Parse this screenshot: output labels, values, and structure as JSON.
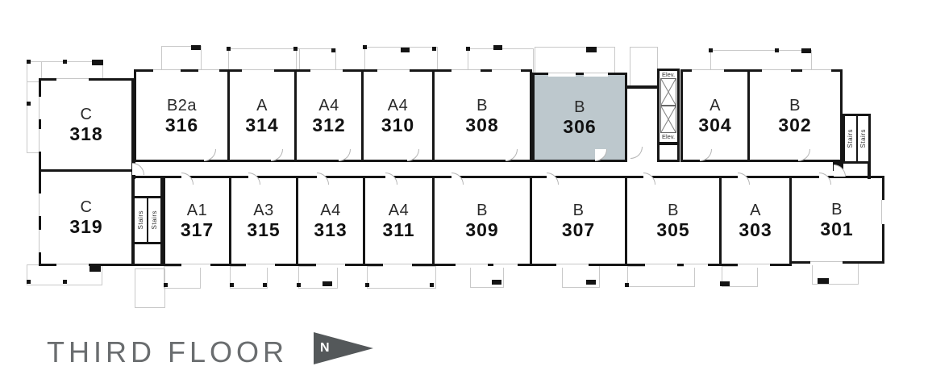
{
  "floor_plan": {
    "title": "THIRD FLOOR",
    "north_label": "N",
    "highlighted_unit": "306",
    "highlight_color": "#bdc8cd",
    "stairs_label": "Stairs",
    "elevator_label": "Elev.",
    "units": [
      {
        "type": "C",
        "number": "318"
      },
      {
        "type": "B2a",
        "number": "316"
      },
      {
        "type": "A",
        "number": "314"
      },
      {
        "type": "A4",
        "number": "312"
      },
      {
        "type": "A4",
        "number": "310"
      },
      {
        "type": "B",
        "number": "308"
      },
      {
        "type": "B",
        "number": "306"
      },
      {
        "type": "A",
        "number": "304"
      },
      {
        "type": "B",
        "number": "302"
      },
      {
        "type": "C",
        "number": "319"
      },
      {
        "type": "A1",
        "number": "317"
      },
      {
        "type": "A3",
        "number": "315"
      },
      {
        "type": "A4",
        "number": "313"
      },
      {
        "type": "A4",
        "number": "311"
      },
      {
        "type": "B",
        "number": "309"
      },
      {
        "type": "B",
        "number": "307"
      },
      {
        "type": "B",
        "number": "305"
      },
      {
        "type": "A",
        "number": "303"
      },
      {
        "type": "B",
        "number": "301"
      }
    ]
  }
}
